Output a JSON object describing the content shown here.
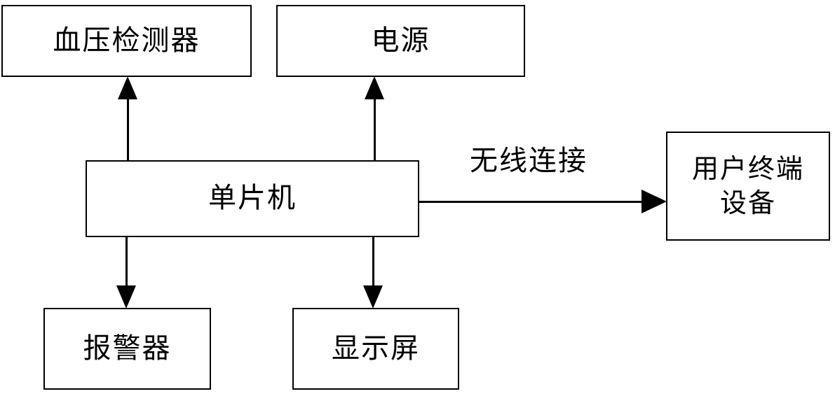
{
  "diagram": {
    "type": "block-diagram",
    "title": "",
    "background_color": "#ffffff",
    "line_color": "#000000",
    "nodes": [
      {
        "id": "bp-sensor",
        "label": "血压检测器"
      },
      {
        "id": "power",
        "label": "电源"
      },
      {
        "id": "mcu",
        "label": "单片机"
      },
      {
        "id": "user-term",
        "label": "用户终端\n设备"
      },
      {
        "id": "alarm",
        "label": "报警器"
      },
      {
        "id": "display",
        "label": "显示屏"
      }
    ],
    "edges": [
      {
        "id": "mcu-to-bp-sensor",
        "from": "mcu",
        "to": "bp-sensor",
        "label": "",
        "direction": "up"
      },
      {
        "id": "mcu-to-power",
        "from": "mcu",
        "to": "power",
        "label": "",
        "direction": "up"
      },
      {
        "id": "mcu-to-alarm",
        "from": "mcu",
        "to": "alarm",
        "label": "",
        "direction": "down"
      },
      {
        "id": "mcu-to-display",
        "from": "mcu",
        "to": "display",
        "label": "",
        "direction": "down"
      },
      {
        "id": "mcu-to-user-term",
        "from": "mcu",
        "to": "user-term",
        "label": "无线连接",
        "direction": "right"
      }
    ]
  }
}
